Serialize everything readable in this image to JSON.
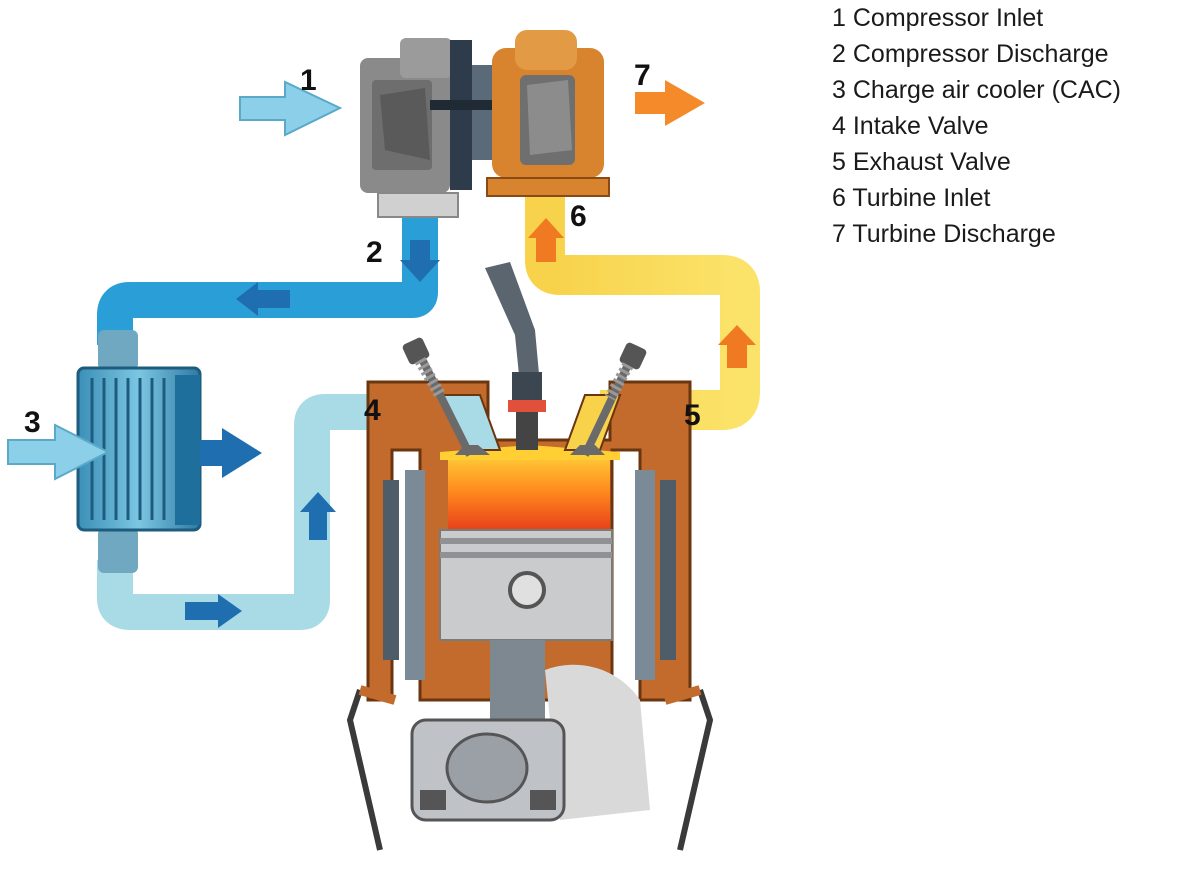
{
  "legend": [
    {
      "num": "1",
      "label": "Compressor Inlet"
    },
    {
      "num": "2",
      "label": "Compressor Discharge"
    },
    {
      "num": "3",
      "label": "Charge air cooler (CAC)"
    },
    {
      "num": "4",
      "label": "Intake Valve"
    },
    {
      "num": "5",
      "label": "Exhaust Valve"
    },
    {
      "num": "6",
      "label": "Turbine Inlet"
    },
    {
      "num": "7",
      "label": "Turbine Discharge"
    }
  ],
  "markers": [
    "1",
    "2",
    "3",
    "4",
    "5",
    "6",
    "7"
  ],
  "colors": {
    "intake_air": "#8ccfe8",
    "compressed_hot_air": "#2a9ed6",
    "cooled_air": "#a9dbe6",
    "exhaust": "#f5c542",
    "engine_block": "#c26b2c",
    "combustion": "#f26b1d",
    "compressor_housing": "#8a8a8a",
    "turbine_housing": "#d8842e"
  }
}
